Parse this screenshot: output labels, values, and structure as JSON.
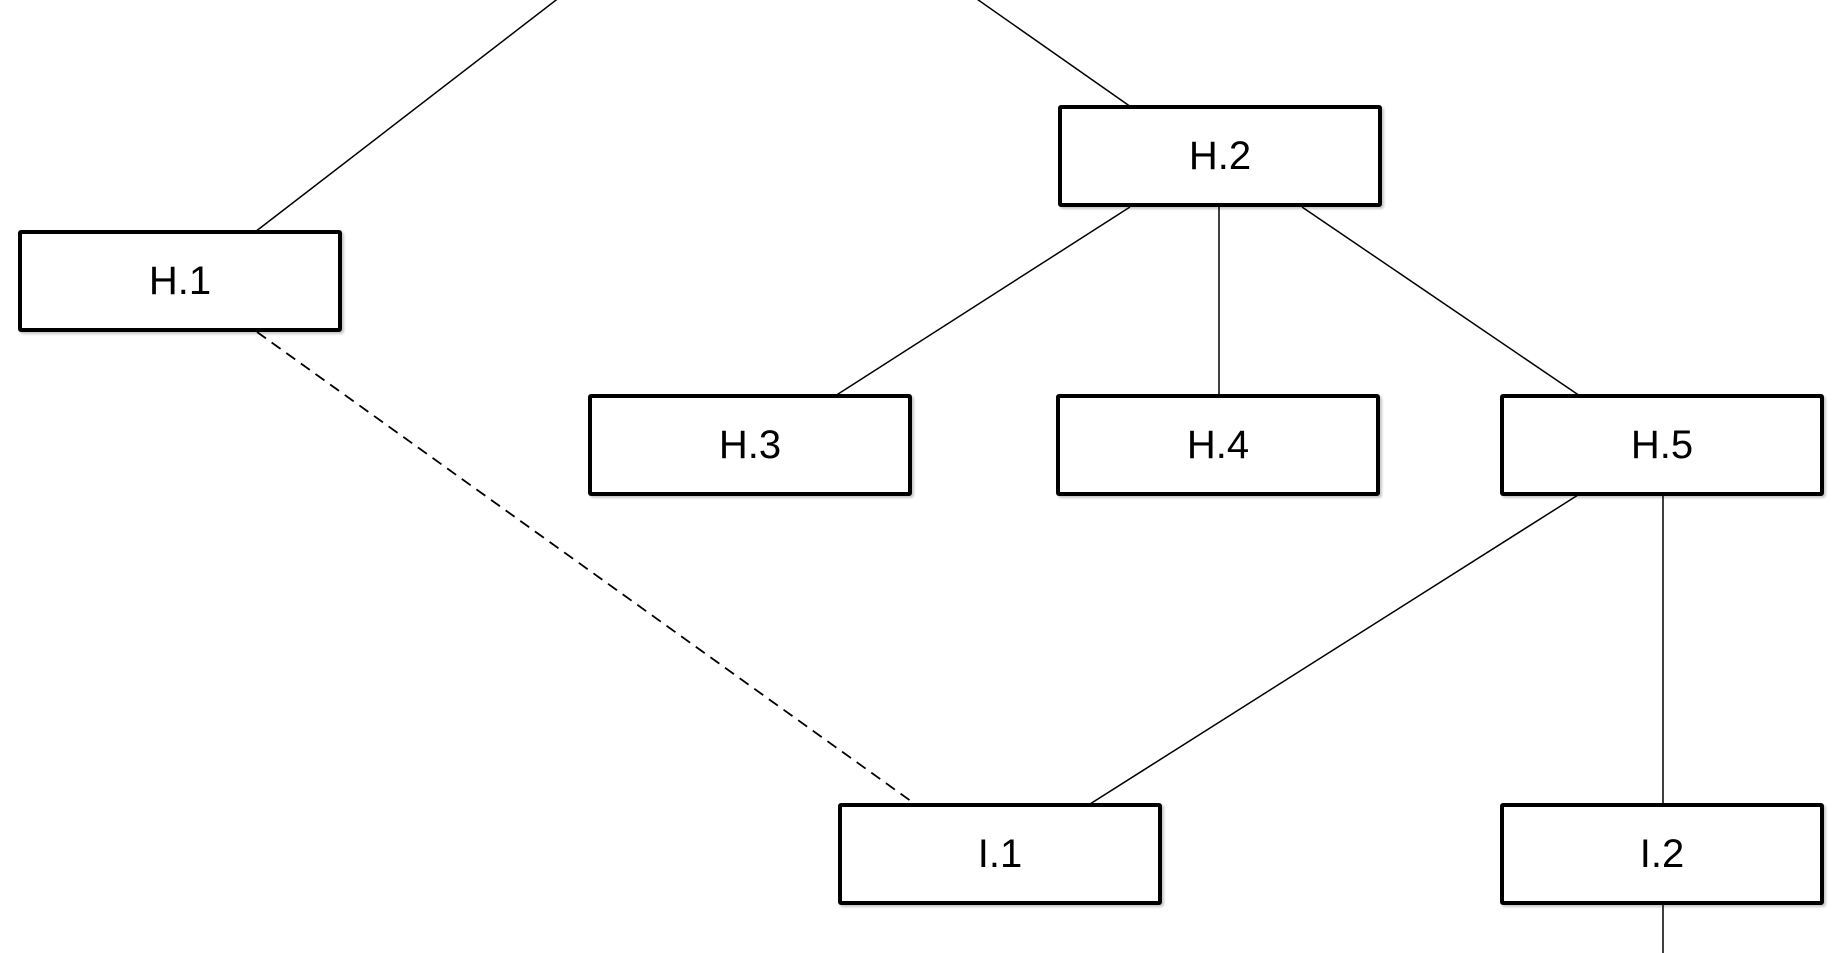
{
  "diagram": {
    "background_color": "#ffffff",
    "node_fill_color": "#ffffff",
    "node_border_color": "#000000",
    "line_color": "#000000",
    "nodes": [
      {
        "id": "h1",
        "label": "H.1"
      },
      {
        "id": "h2",
        "label": "H.2"
      },
      {
        "id": "h3",
        "label": "H.3"
      },
      {
        "id": "h4",
        "label": "H.4"
      },
      {
        "id": "h5",
        "label": "H.5"
      },
      {
        "id": "i1",
        "label": "I.1"
      },
      {
        "id": "i2",
        "label": "I.2"
      }
    ],
    "edges": [
      {
        "from": "offscreen-top",
        "to": "H.1",
        "style": "solid"
      },
      {
        "from": "offscreen-top",
        "to": "H.2",
        "style": "solid"
      },
      {
        "from": "H.1",
        "to": "I.1",
        "style": "dashed"
      },
      {
        "from": "H.2",
        "to": "H.3",
        "style": "solid"
      },
      {
        "from": "H.2",
        "to": "H.4",
        "style": "solid"
      },
      {
        "from": "H.2",
        "to": "H.5",
        "style": "solid"
      },
      {
        "from": "H.5",
        "to": "I.1",
        "style": "solid"
      },
      {
        "from": "H.5",
        "to": "I.2",
        "style": "solid"
      },
      {
        "from": "I.2",
        "to": "offscreen-bottom",
        "style": "solid"
      }
    ]
  }
}
